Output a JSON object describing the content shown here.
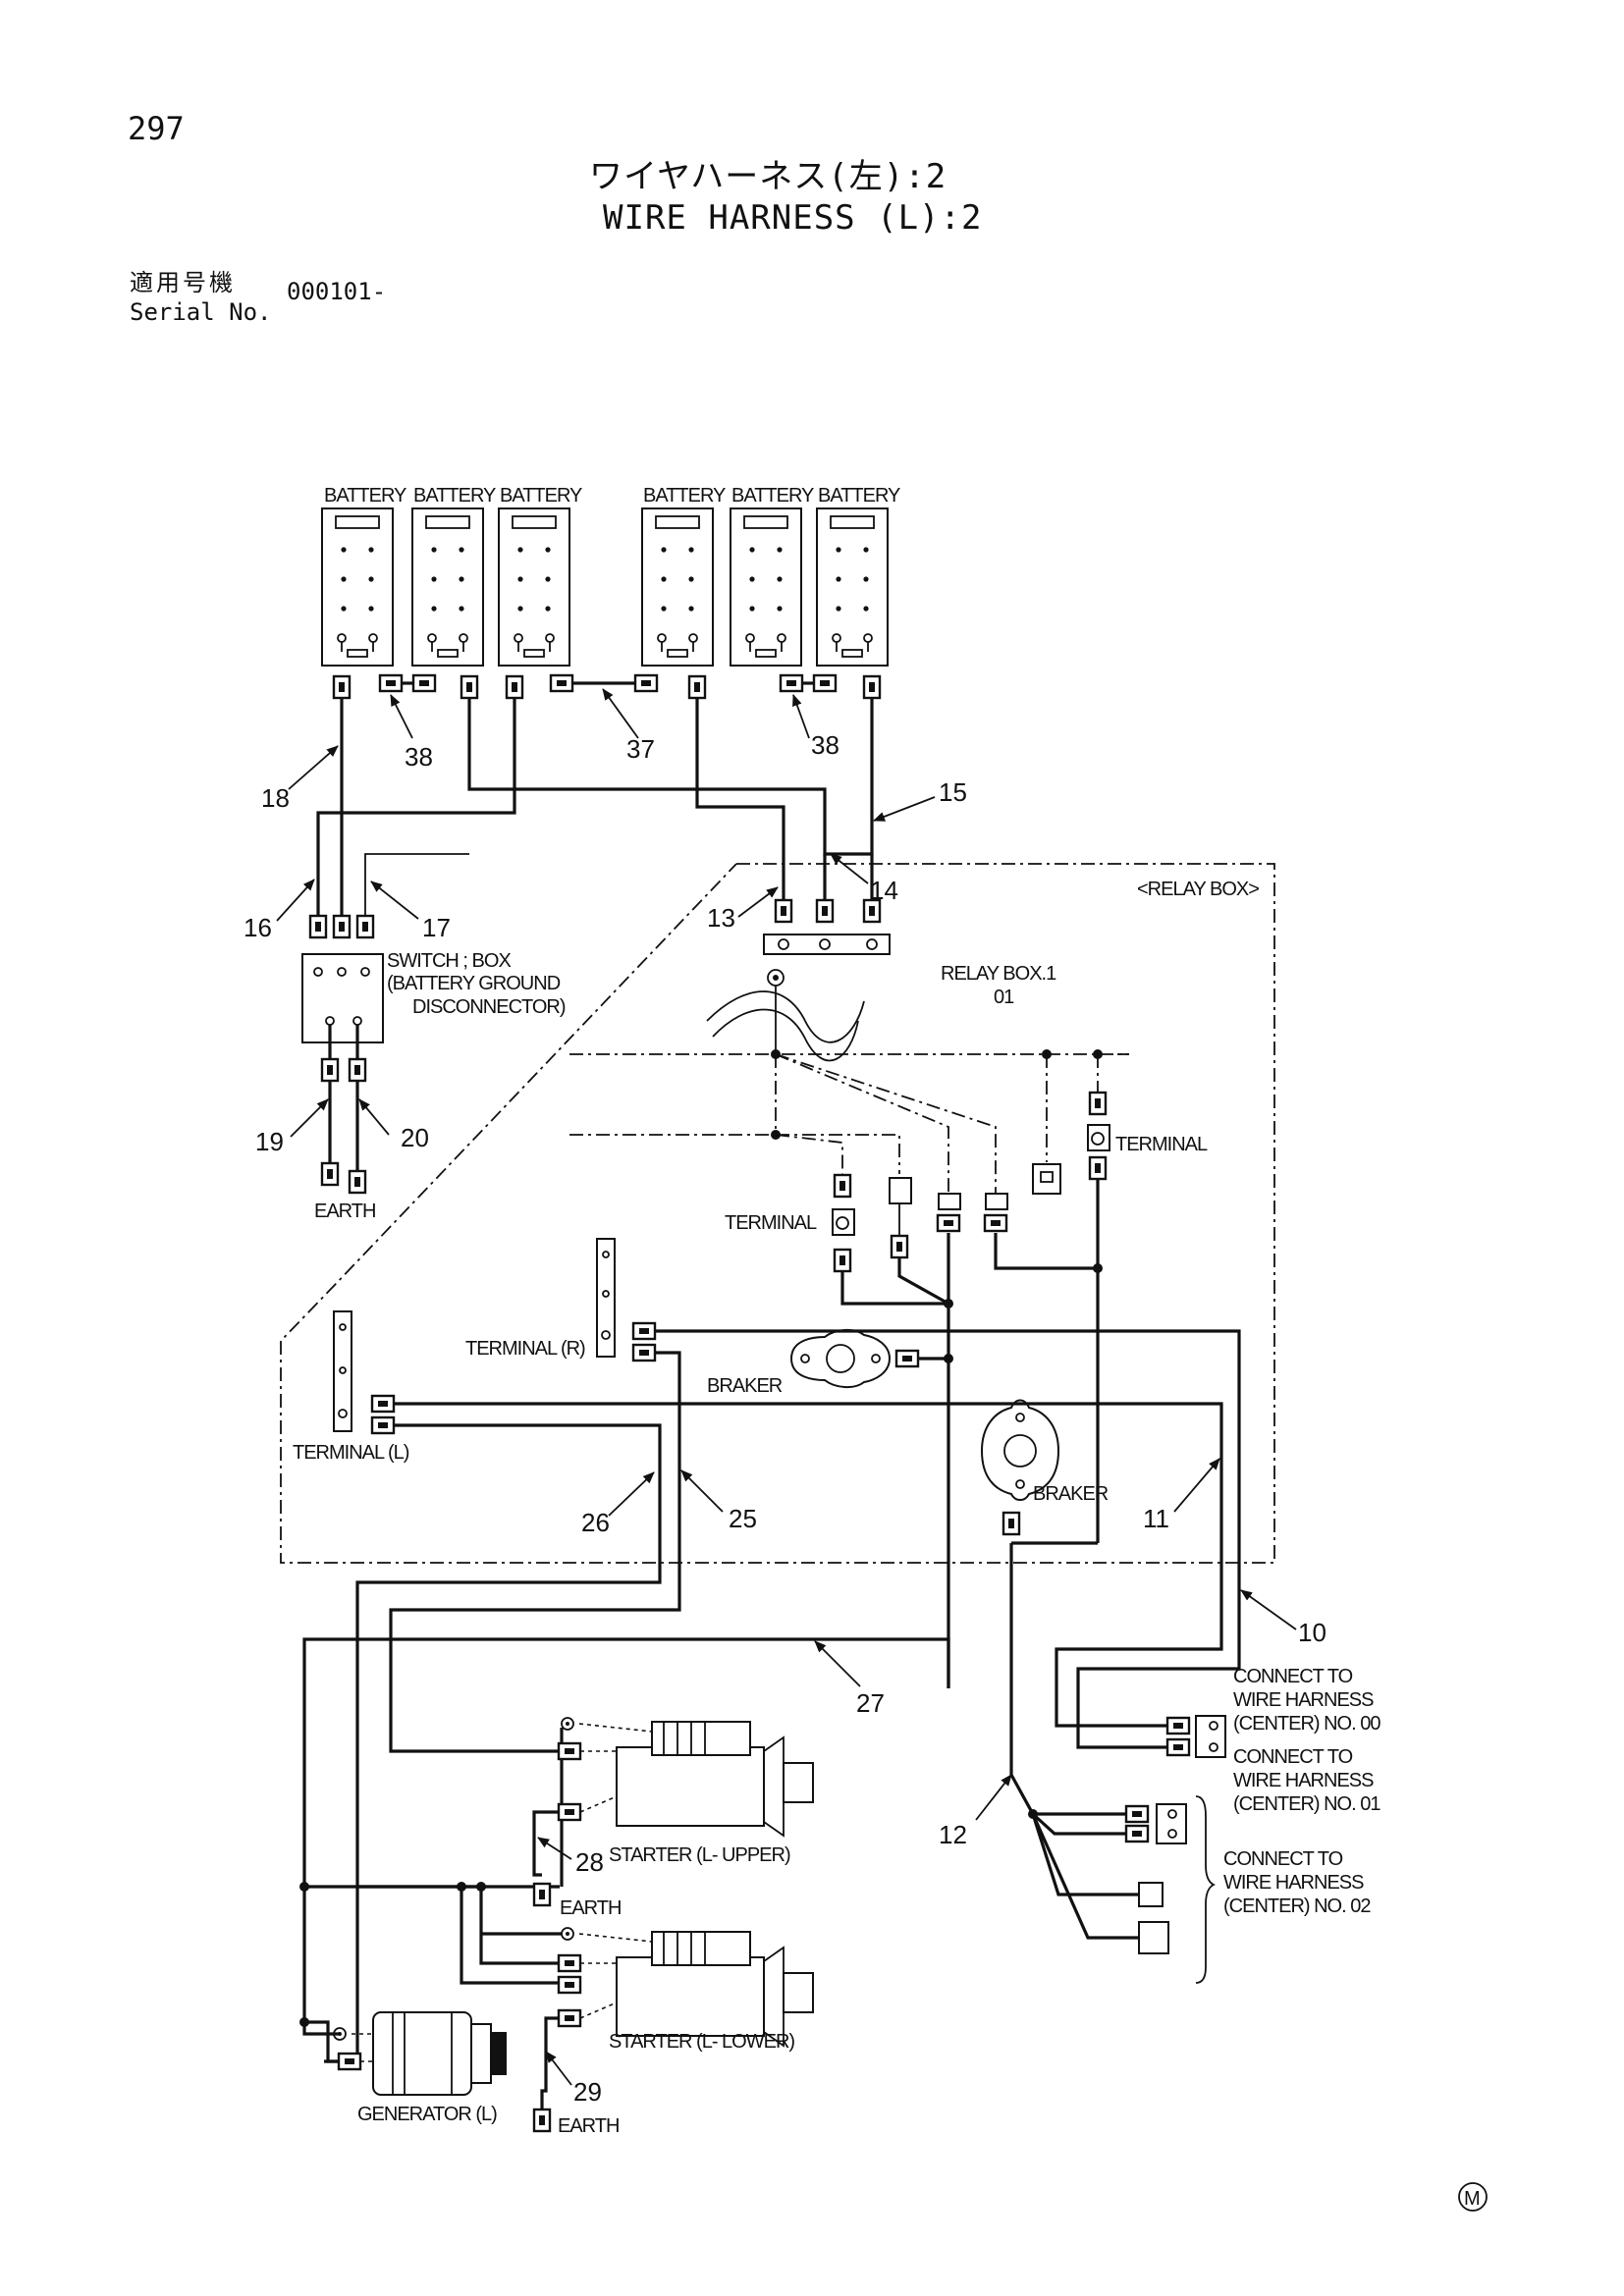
{
  "page": {
    "number": "297",
    "title_jp": "ワイヤハーネス(左):2",
    "title_en": "WIRE HARNESS (L):2",
    "serial_label_jp": "適用号機",
    "serial_label_en": "Serial No.",
    "serial_value": "000101-",
    "mark": "M"
  },
  "components": {
    "battery": "BATTERY",
    "switch_box": [
      "SWITCH ; BOX",
      "(BATTERY GROUND",
      "DISCONNECTOR)"
    ],
    "earth": "EARTH",
    "relay_box_frame": "<RELAY BOX>",
    "relay_box": [
      "RELAY BOX.1",
      "01"
    ],
    "terminal": "TERMINAL",
    "terminal_r": "TERMINAL (R)",
    "terminal_l": "TERMINAL (L)",
    "braker": "BRAKER",
    "starter_upper": "STARTER (L- UPPER)",
    "starter_lower": "STARTER (L- LOWER)",
    "generator": "GENERATOR (L)",
    "connect_00": [
      "CONNECT TO",
      "WIRE HARNESS",
      "(CENTER) NO. 00"
    ],
    "connect_01": [
      "CONNECT TO",
      "WIRE HARNESS",
      "(CENTER) NO. 01"
    ],
    "connect_02": [
      "CONNECT TO",
      "WIRE HARNESS",
      "(CENTER) NO. 02"
    ]
  },
  "callouts": {
    "c38a": "38",
    "c37": "37",
    "c38b": "38",
    "c18": "18",
    "c15": "15",
    "c16": "16",
    "c17": "17",
    "c13": "13",
    "c14": "14",
    "c19": "19",
    "c20": "20",
    "c26": "26",
    "c25": "25",
    "c11": "11",
    "c10": "10",
    "c27": "27",
    "c28": "28",
    "c12": "12",
    "c29": "29"
  }
}
